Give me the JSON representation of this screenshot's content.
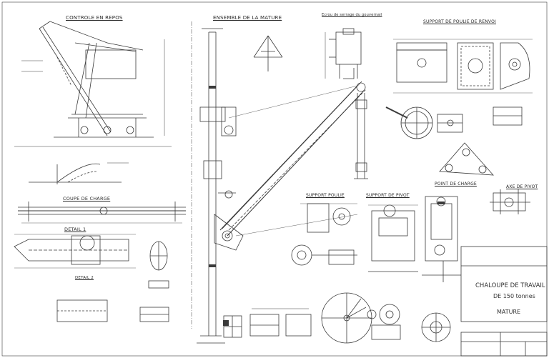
{
  "sheet": {
    "views": {
      "general": "CONTROLE EN REPOS",
      "assembly": "ENSEMBLE DE LA MATURE",
      "hoist_detail": "Ecrou de serrage du gouvernail",
      "pulley_support": "SUPPORT DE POULIE DE RENVOI",
      "load_diagram": "COUPE DE CHARGE",
      "detail_1": "DETAIL 1",
      "detail_2": "DETAIL 2",
      "pulley_bracket": "SUPPORT POULIE",
      "pivot_support": "SUPPORT DE PIVOT",
      "load_hook": "POINT DE CHARGE",
      "pivot_axle": "AXE DE PIVOT"
    },
    "title_block": {
      "line1": "CHALOUPE DE TRAVAIL",
      "line2": "DE 150 tonnes",
      "line3": "MATURE"
    }
  }
}
